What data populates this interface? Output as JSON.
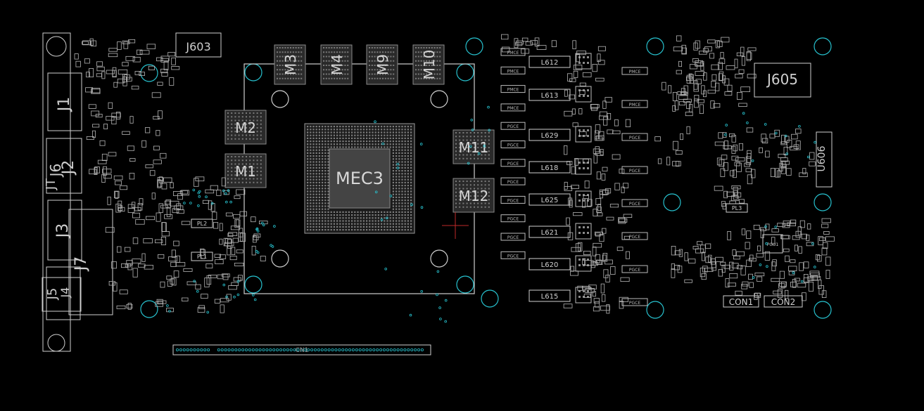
{
  "colors": {
    "background": "#000000",
    "silkscreen": "#cfcfcf",
    "pad": "#a9a9a9",
    "via": "#27c2cf",
    "marker": "#c02a2a"
  },
  "labels": {
    "gpu": "MEC3",
    "cnt": "CN1",
    "j603": "J603",
    "j605": "J605",
    "j1": "J1",
    "j2": "J2",
    "j3": "J3",
    "j6": "J6",
    "j7": "J7",
    "j5": "J5",
    "j4": "J4",
    "jt": "JT",
    "con1": "CON1",
    "con2": "CON2",
    "u606": "U606",
    "pl2": "PL2",
    "pl1": "PL1",
    "pl3": "PL3",
    "pgu1": "PGU1"
  },
  "memory": [
    {
      "name": "M3"
    },
    {
      "name": "M4"
    },
    {
      "name": "M9"
    },
    {
      "name": "M10"
    },
    {
      "name": "M2"
    },
    {
      "name": "M1"
    },
    {
      "name": "M11"
    },
    {
      "name": "M12"
    }
  ],
  "inductors": [
    {
      "name": "L612"
    },
    {
      "name": "L613"
    },
    {
      "name": "L629"
    },
    {
      "name": "L618"
    },
    {
      "name": "L625"
    },
    {
      "name": "L621"
    },
    {
      "name": "L620"
    },
    {
      "name": "L615"
    }
  ],
  "mosfets_left": [
    "PMCE",
    "PMCE",
    "PMCE",
    "PMCE",
    "PGCE",
    "PGCE",
    "PGCE",
    "PGCE",
    "PGCE",
    "PGCE",
    "PGCE",
    "PGCE"
  ],
  "mosfets_right": [
    "PMCE",
    "PMCE",
    "PGCE",
    "PGCE",
    "PGCE",
    "PGCE",
    "PGCE",
    "PGCE"
  ]
}
